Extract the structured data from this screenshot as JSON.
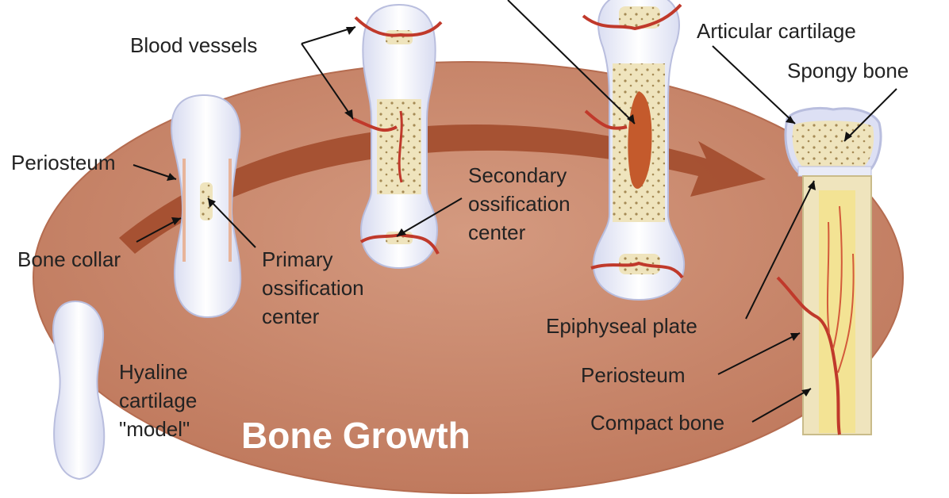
{
  "title": "Bone Growth",
  "labels": {
    "blood_vessels": "Blood vessels",
    "periosteum_left": "Periosteum",
    "bone_collar": "Bone collar",
    "primary_ossification": [
      "Primary",
      "ossification",
      "center"
    ],
    "secondary_ossification": [
      "Secondary",
      "ossification",
      "center"
    ],
    "hyaline_cartilage": [
      "Hyaline",
      "cartilage",
      "\"model\""
    ],
    "articular_cartilage": "Articular cartilage",
    "spongy_bone": "Spongy bone",
    "epiphyseal_plate": "Epiphyseal plate",
    "periosteum_right": "Periosteum",
    "compact_bone": "Compact bone"
  },
  "colors": {
    "disc": "#c8856a",
    "arrow": "#a5502f",
    "cartilage": "#eef0fb",
    "vessel": "#c0392b",
    "marrow": "#f3e394",
    "spongy": "#eadfb8"
  }
}
